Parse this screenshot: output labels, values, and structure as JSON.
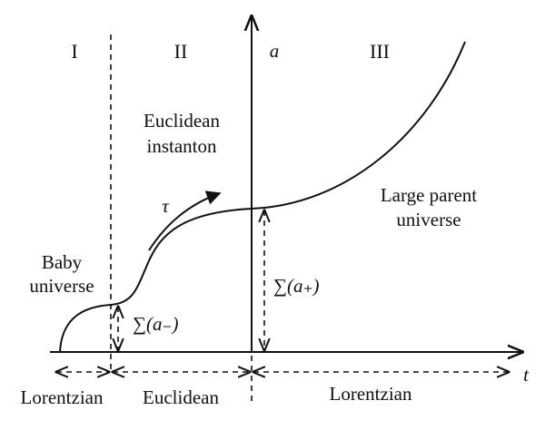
{
  "regions": {
    "region_1": "I",
    "region_2": "II",
    "region_3": "III"
  },
  "axes": {
    "y_axis_label": "a",
    "x_axis_label": "t"
  },
  "labels": {
    "euclidean_instanton_line1": "Euclidean",
    "euclidean_instanton_line2": "instanton",
    "tau": "τ",
    "baby_universe_line1": "Baby",
    "baby_universe_line2": "universe",
    "large_parent_line1": "Large parent",
    "large_parent_line2": "universe",
    "sum_a_minus": "∑(a₋)",
    "sum_a_plus": "∑(a₊)"
  },
  "bottom_segments": {
    "lorentzian_left": "Lorentzian",
    "euclidean": "Euclidean",
    "lorentzian_right": "Lorentzian"
  }
}
